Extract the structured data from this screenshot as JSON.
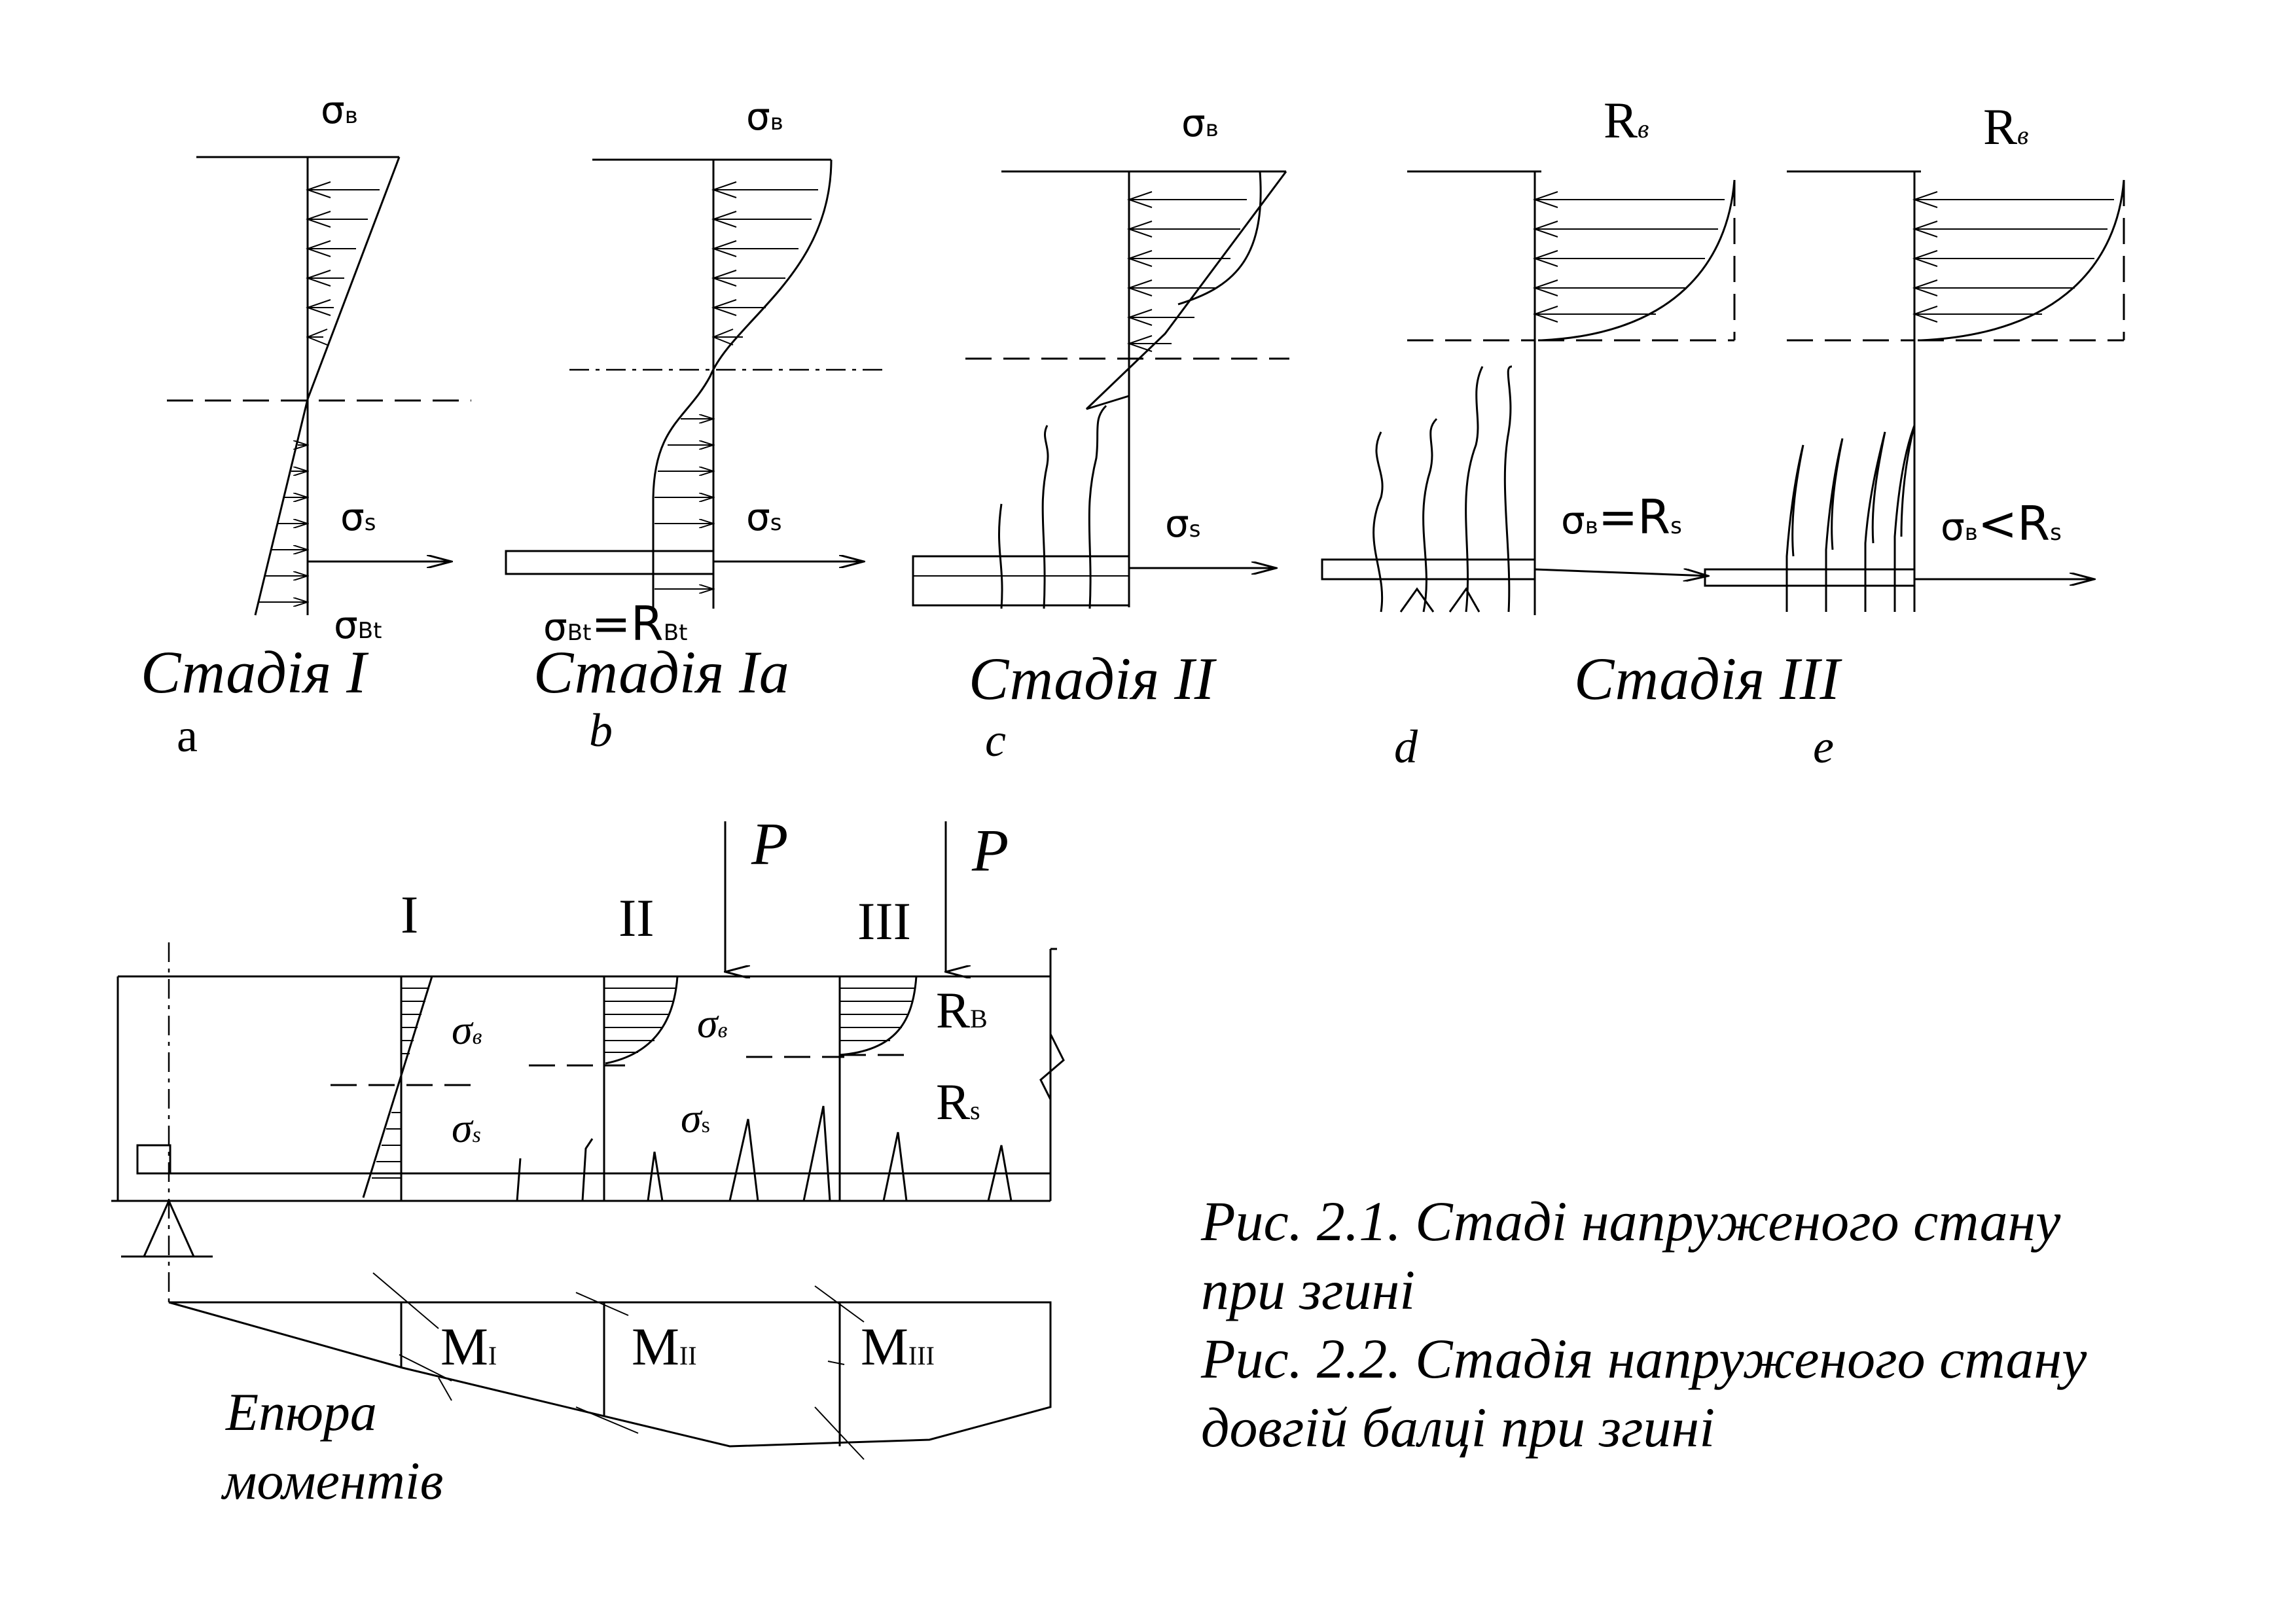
{
  "stages": [
    {
      "id": "a",
      "stage_label": "Стадія I",
      "letter": "a",
      "top_sym": "σ",
      "top_sub": "в",
      "steel_sym": "σ",
      "steel_sub": "s",
      "bottom_sym": "σ",
      "bottom_sub": "Bt"
    },
    {
      "id": "b",
      "stage_label": "Стадія Ia",
      "letter": "b",
      "top_sym": "σ",
      "top_sub": "в",
      "steel_sym": "σ",
      "steel_sub": "s",
      "bottom_sym": "σ",
      "bottom_sub": "Bt",
      "bottom_eq": "=R",
      "bottom_eq_sub": "Bt"
    },
    {
      "id": "c",
      "stage_label": "Стадія II",
      "letter": "c",
      "top_sym": "σ",
      "top_sub": "в",
      "steel_sym": "σ",
      "steel_sub": "s"
    },
    {
      "id": "d",
      "letter": "d",
      "top_sym": "R",
      "top_sub": "в",
      "steel_sym": "σ",
      "steel_sub": "в",
      "steel_eq": "=R",
      "steel_eq_sub": "s"
    },
    {
      "id": "e",
      "letter": "e",
      "top_sym": "R",
      "top_sub": "в",
      "steel_sym": "σ",
      "steel_sub": "в",
      "steel_eq": "<R",
      "steel_eq_sub": "s"
    }
  ],
  "stage3_label": "Стадія III",
  "beam": {
    "section_labels": [
      "I",
      "II",
      "III"
    ],
    "load_label": "P",
    "sec1_top_sym": "σ",
    "sec1_top_sub": "в",
    "sec1_bot_sym": "σ",
    "sec1_bot_sub": "s",
    "sec2_top_sym": "σ",
    "sec2_top_sub": "в",
    "sec2_bot_sym": "σ",
    "sec2_bot_sub": "s",
    "sec3_top_sym": "R",
    "sec3_top_sub": "B",
    "sec3_bot_sym": "R",
    "sec3_bot_sub": "s",
    "moments": [
      {
        "sym": "M",
        "sub": "I"
      },
      {
        "sym": "M",
        "sub": "II"
      },
      {
        "sym": "M",
        "sub": "III"
      }
    ],
    "diagram_label_line1": "Епюра",
    "diagram_label_line2": "моментів"
  },
  "caption": {
    "line1": "Рис. 2.1. Стаді напруженого стану",
    "line2": "при згині",
    "line3": "Рис. 2.2. Стадія напруженого стану",
    "line4": "довгій балці при згині"
  }
}
